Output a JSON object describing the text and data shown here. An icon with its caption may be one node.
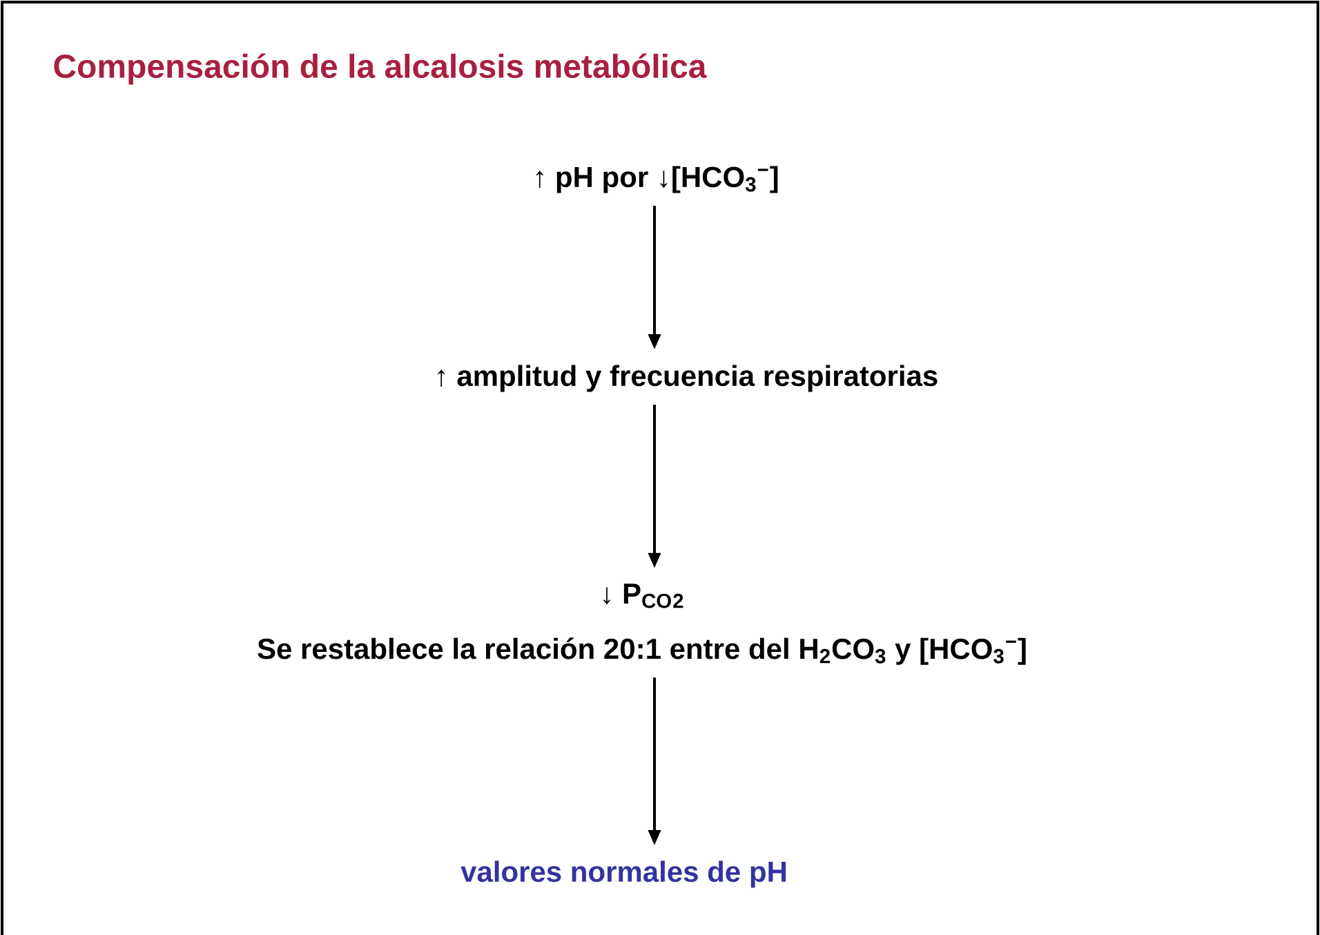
{
  "diagram": {
    "title": "Compensación de la alcalosis metabólica",
    "nodes": [
      {
        "text": [
          "↑ pH por ↓[HCO$_{3}$$^{−}$]"
        ]
      },
      {
        "text": [
          "↑ amplitud y frecuencia respiratorias"
        ]
      },
      {
        "text": [
          "↓ P$_{CO}$$_{2}$",
          "Se restablece la relación 20:1 entre del H$_{2}$CO$_{3}$ y [HCO$_{3}$$^{−}$]"
        ]
      },
      {
        "text": [
          "valores normales de pH"
        ]
      }
    ],
    "edges": [
      {
        "from": 0,
        "to": 1,
        "arrow": "to"
      },
      {
        "from": 1,
        "to": 2,
        "arrow": "to"
      },
      {
        "from": 2,
        "to": 3,
        "arrow": "to"
      }
    ]
  }
}
